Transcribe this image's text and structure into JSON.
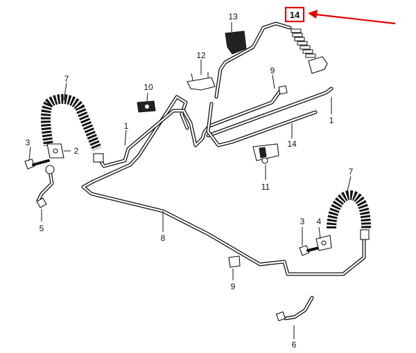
{
  "callouts": {
    "c1a": "1",
    "c1b": "1",
    "c2": "2",
    "c3a": "3",
    "c3b": "3",
    "c4": "4",
    "c5": "5",
    "c6": "6",
    "c7a": "7",
    "c7b": "7",
    "c8": "8",
    "c9a": "9",
    "c9b": "9",
    "c10": "10",
    "c11": "11",
    "c12": "12",
    "c13": "13",
    "c14a": "14",
    "c14b": "14"
  },
  "highlight": {
    "label": "14",
    "color": "#e00000"
  }
}
